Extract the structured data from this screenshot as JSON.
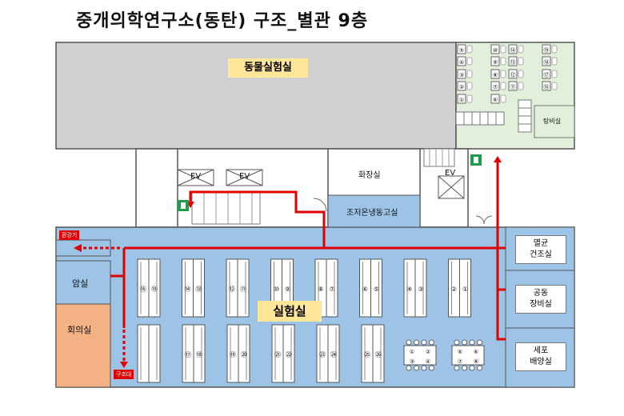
{
  "title": "중개의학연구소(동탄)  구조_별관 9층",
  "rooms": {
    "animal_lab": "동물실험실",
    "restroom": "화장실",
    "reagent_storage": "조저온냉동고실",
    "ev_left_a": "EV",
    "ev_left_b": "EV",
    "ev_right": "EV",
    "dark_room": "암실",
    "meeting_room": "회의실",
    "main_lab": "실험실",
    "sterilization_room": "멸균\n건조실",
    "shared_equipment_room": "공동\n장비실",
    "cell_culture_room": "세포\n배양실",
    "pantry": "탕비실"
  },
  "markers": {
    "ventilator": "환강기",
    "rescue_bag": "구조대"
  },
  "bench_numbers_top": [
    [
      "⑯",
      "⑮"
    ],
    [
      "⑭",
      "⑬"
    ],
    [
      "⑫",
      "⑪"
    ],
    [
      "⑩",
      "⑨"
    ],
    [
      "⑧",
      "⑦"
    ],
    [
      "⑥",
      "⑤"
    ],
    [
      "④",
      "③"
    ],
    [
      "②",
      "①"
    ]
  ],
  "bench_numbers_bottom": [
    [
      "⑰",
      "⑱"
    ],
    [
      "⑲",
      "⑳"
    ],
    [
      "㉑",
      "㉒"
    ],
    [
      "㉓",
      "㉔"
    ],
    [
      "㉕",
      "㉖"
    ]
  ],
  "cell_table_numbers": [
    [
      "①",
      "②",
      "③",
      "④"
    ],
    [
      "⑤",
      "⑥",
      "⑦",
      "⑧"
    ]
  ],
  "pantry_numbers": [
    "⑤",
    "⑩",
    "⑭",
    "⑲",
    "④",
    "⑨",
    "⑬",
    "⑱",
    "③",
    "⑧",
    "⑫",
    "⑰",
    "②",
    "⑦",
    "⑪",
    "⑯",
    "①",
    "⑥"
  ],
  "colors": {
    "animal_lab": "#d0d0d0",
    "lab_blue": "#9dc3e6",
    "pantry_green": "#e2efda",
    "meeting_orange": "#f4b183",
    "route_red": "#e00000",
    "exit_green": "#1e9e4a"
  }
}
